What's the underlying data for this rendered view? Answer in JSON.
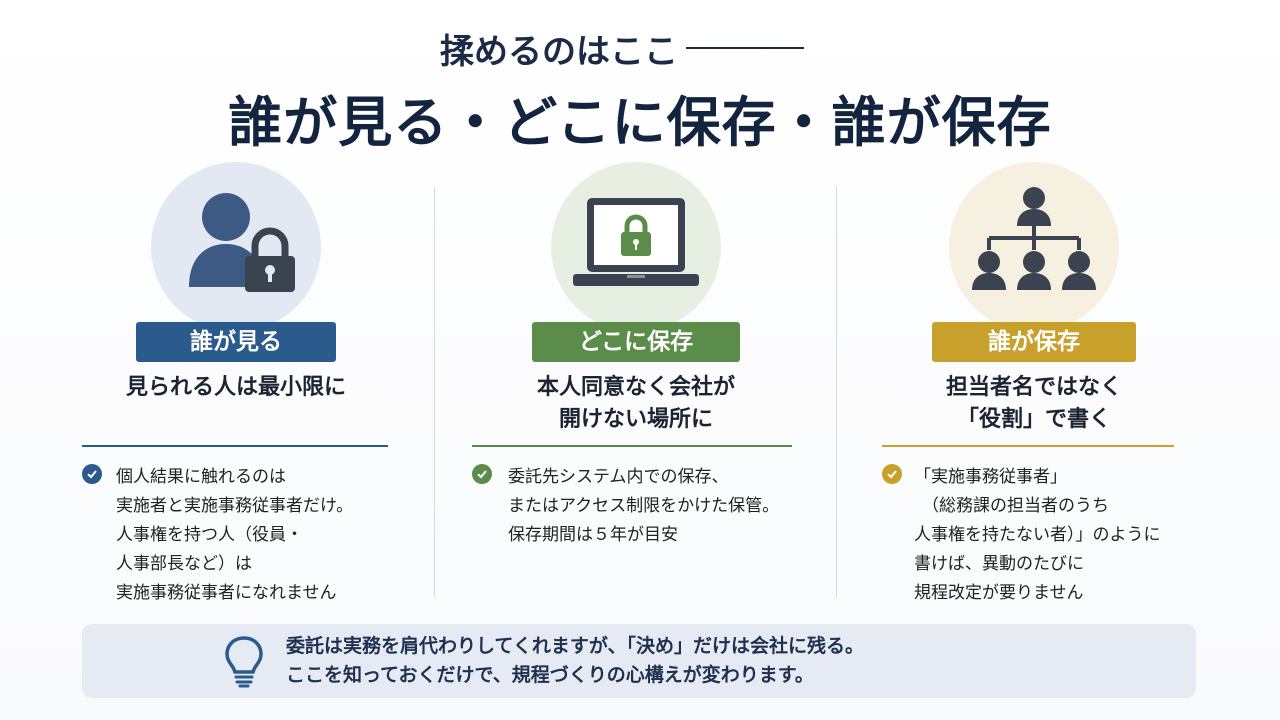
{
  "header": {
    "kicker": "揉めるのはここ",
    "title": "誰が見る・どこに保存・誰が保存"
  },
  "colors": {
    "blue": "#2b5a8c",
    "green": "#5b8c4a",
    "gold": "#c8a12c",
    "icon_dark": "#3d4552"
  },
  "columns": [
    {
      "icon": "user-lock-icon",
      "label": "誰が見る",
      "heading_lines": [
        "見られる人は最小限に"
      ],
      "bullet_lines": [
        "個人結果に触れるのは",
        "実施者と実施事務従事者だけ。",
        "人事権を持つ人（役員・",
        "人事部長など）は",
        "実施事務従事者になれません"
      ]
    },
    {
      "icon": "laptop-lock-icon",
      "label": "どこに保存",
      "heading_lines": [
        "本人同意なく会社が",
        "開けない場所に"
      ],
      "bullet_lines": [
        "委託先システム内での保存、",
        "またはアクセス制限をかけた保管。",
        "保存期間は５年が目安"
      ]
    },
    {
      "icon": "org-chart-icon",
      "label": "誰が保存",
      "heading_lines": [
        "担当者名ではなく",
        "「役割」で書く"
      ],
      "bullet_lines": [
        "「実施事務従事者」",
        "（総務課の担当者のうち",
        "人事権を持たない者）」のように",
        "書けば、異動のたびに",
        "規程改定が要りません"
      ]
    }
  ],
  "footer": {
    "icon": "lightbulb-icon",
    "lines": [
      "委託は実務を肩代わりしてくれますが、「決め」だけは会社に残る。",
      "ここを知っておくだけで、規程づくりの心構えが変わります。"
    ]
  }
}
